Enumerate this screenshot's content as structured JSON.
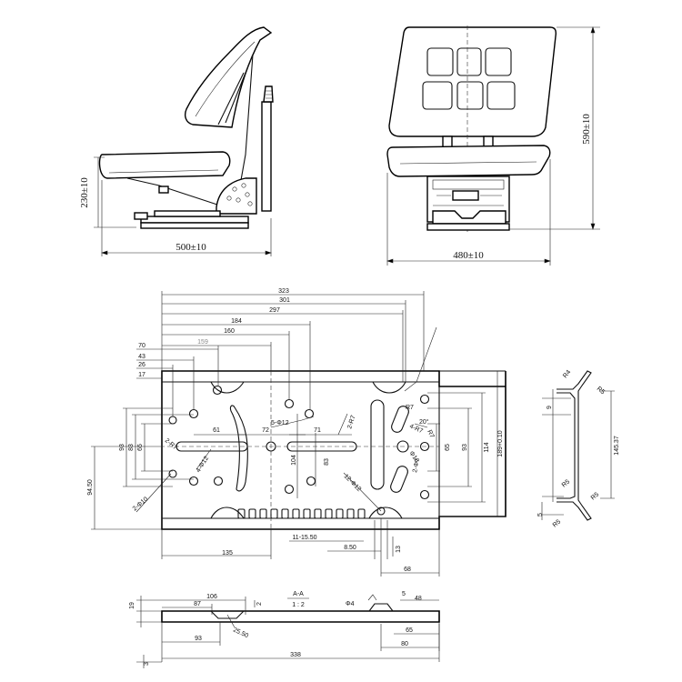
{
  "seat_side": {
    "height_dim": "230±10",
    "length_dim": "500±10"
  },
  "seat_front": {
    "height_dim": "590±10",
    "width_dim": "480±10"
  },
  "plate": {
    "top_dims": [
      "323",
      "301",
      "297",
      "184",
      "160",
      "159",
      "70",
      "43",
      "26",
      "17"
    ],
    "left_dims": [
      "93",
      "83",
      "65",
      "94.50"
    ],
    "inner_dims": [
      "61",
      "72",
      "71",
      "104",
      "83"
    ],
    "hole_labels": [
      "5-Φ12",
      "2-R7",
      "2-R7",
      "4-Φ12",
      "2-Φ10",
      "12-Φ12",
      "R7",
      "4-R7",
      "R7",
      "Φ16",
      "2-Φ7"
    ],
    "angle": "20°",
    "right_dims": [
      "65",
      "93",
      "114",
      "189+0.10"
    ],
    "bottom_dims": [
      "135",
      "11-15.50",
      "8.50",
      "13",
      "68"
    ]
  },
  "profile": {
    "labels": [
      "R4",
      "R5",
      "9",
      "145.37",
      "R5",
      "R5",
      "R5",
      "5"
    ]
  },
  "section": {
    "title": "A-A",
    "scale": "1 : 2",
    "dims": [
      "19",
      "106",
      "87",
      "2",
      "25.50",
      "93",
      "338",
      "3",
      "Φ4",
      "5",
      "48",
      "65",
      "80"
    ]
  }
}
